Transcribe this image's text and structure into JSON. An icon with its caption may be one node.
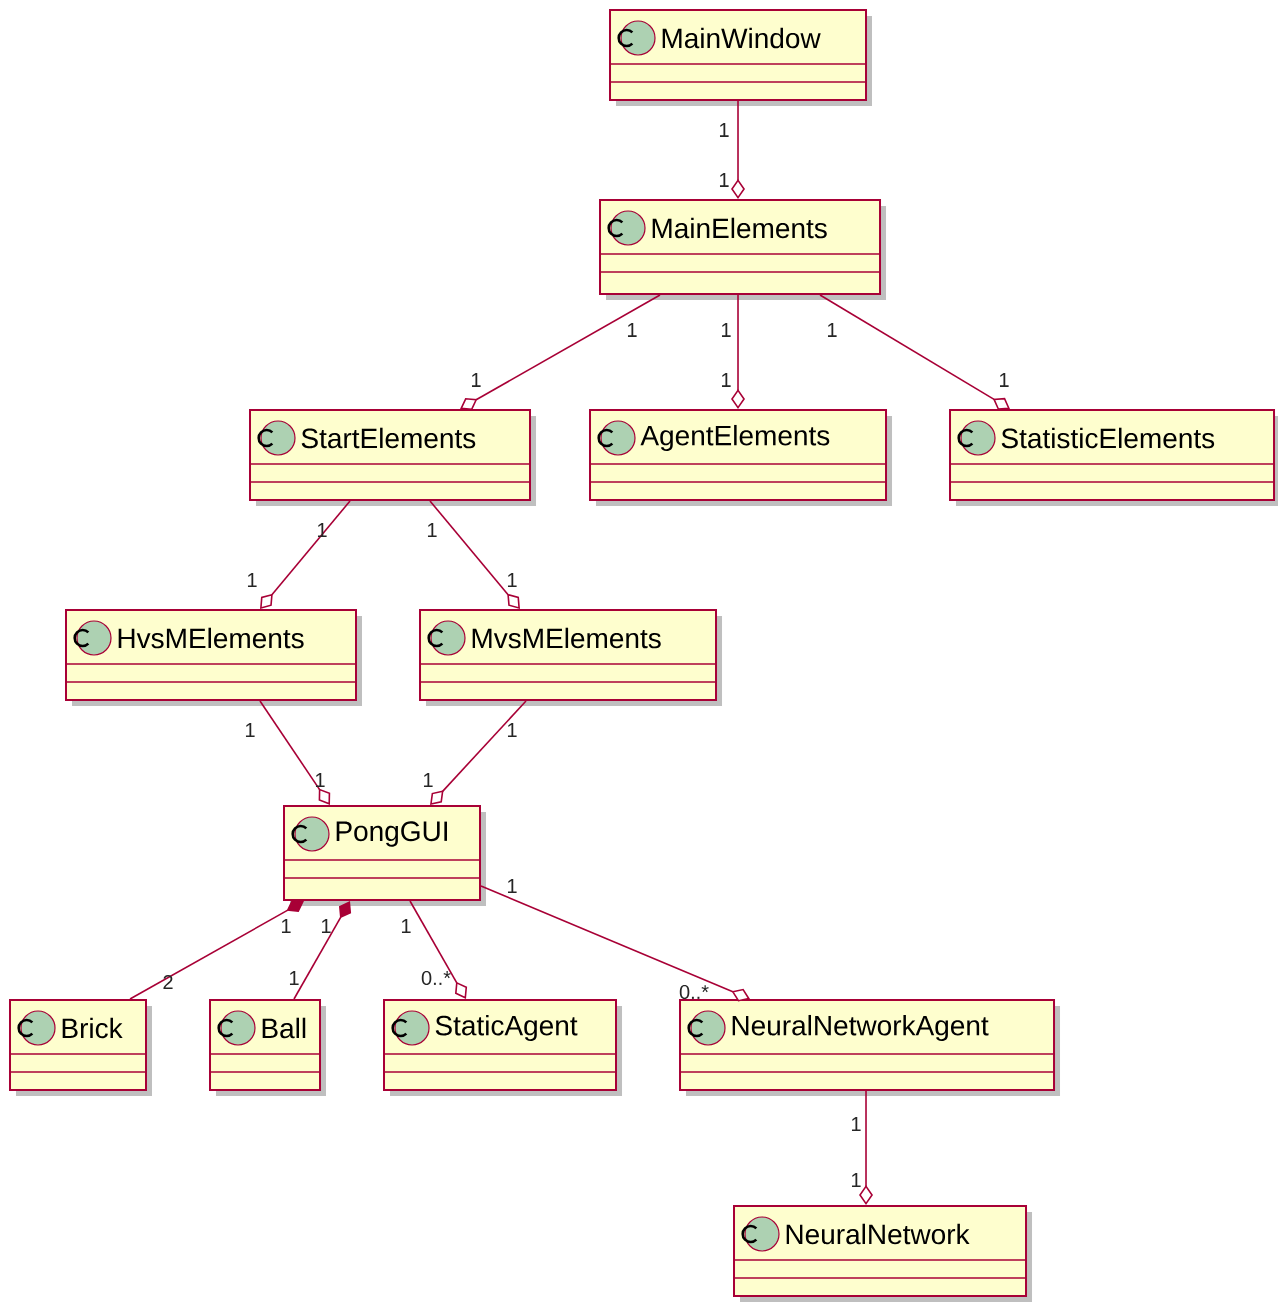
{
  "diagram": {
    "nodes": [
      {
        "text": [
          "MainWindow"
        ]
      },
      {
        "text": [
          "MainElements"
        ]
      },
      {
        "text": [
          "StartElements"
        ]
      },
      {
        "text": [
          "AgentElements"
        ]
      },
      {
        "text": [
          "StatisticElements"
        ]
      },
      {
        "text": [
          "HvsMElements"
        ]
      },
      {
        "text": [
          "MvsMElements"
        ]
      },
      {
        "text": [
          "PongGUI"
        ]
      },
      {
        "text": [
          "Brick"
        ]
      },
      {
        "text": [
          "Ball"
        ]
      },
      {
        "text": [
          "StaticAgent"
        ]
      },
      {
        "text": [
          "NeuralNetworkAgent"
        ]
      },
      {
        "text": [
          "NeuralNetwork"
        ]
      }
    ],
    "edges": [
      {
        "from": 0,
        "to": 1,
        "arrow": "other"
      },
      {
        "from": 1,
        "to": 2,
        "arrow": "other"
      },
      {
        "from": 1,
        "to": 3,
        "arrow": "other"
      },
      {
        "from": 1,
        "to": 4,
        "arrow": "other"
      },
      {
        "from": 2,
        "to": 5,
        "arrow": "other"
      },
      {
        "from": 2,
        "to": 6,
        "arrow": "other"
      },
      {
        "from": 5,
        "to": 7,
        "arrow": "other"
      },
      {
        "from": 6,
        "to": 7,
        "arrow": "other"
      },
      {
        "from": 8,
        "to": 7,
        "arrow": "other"
      },
      {
        "from": 9,
        "to": 7,
        "arrow": "other"
      },
      {
        "from": 7,
        "to": 10,
        "arrow": "other"
      },
      {
        "from": 7,
        "to": 11,
        "arrow": "other"
      },
      {
        "from": 11,
        "to": 12,
        "arrow": "other"
      }
    ],
    "labels": [
      "1",
      "1",
      "1",
      "1",
      "1",
      "1",
      "1",
      "1",
      "1",
      "1",
      "1",
      "1",
      "1",
      "1",
      "1",
      "1",
      "1",
      "2",
      "1",
      "1",
      "1",
      "0..*",
      "1",
      "0..*",
      "1",
      "1"
    ]
  }
}
